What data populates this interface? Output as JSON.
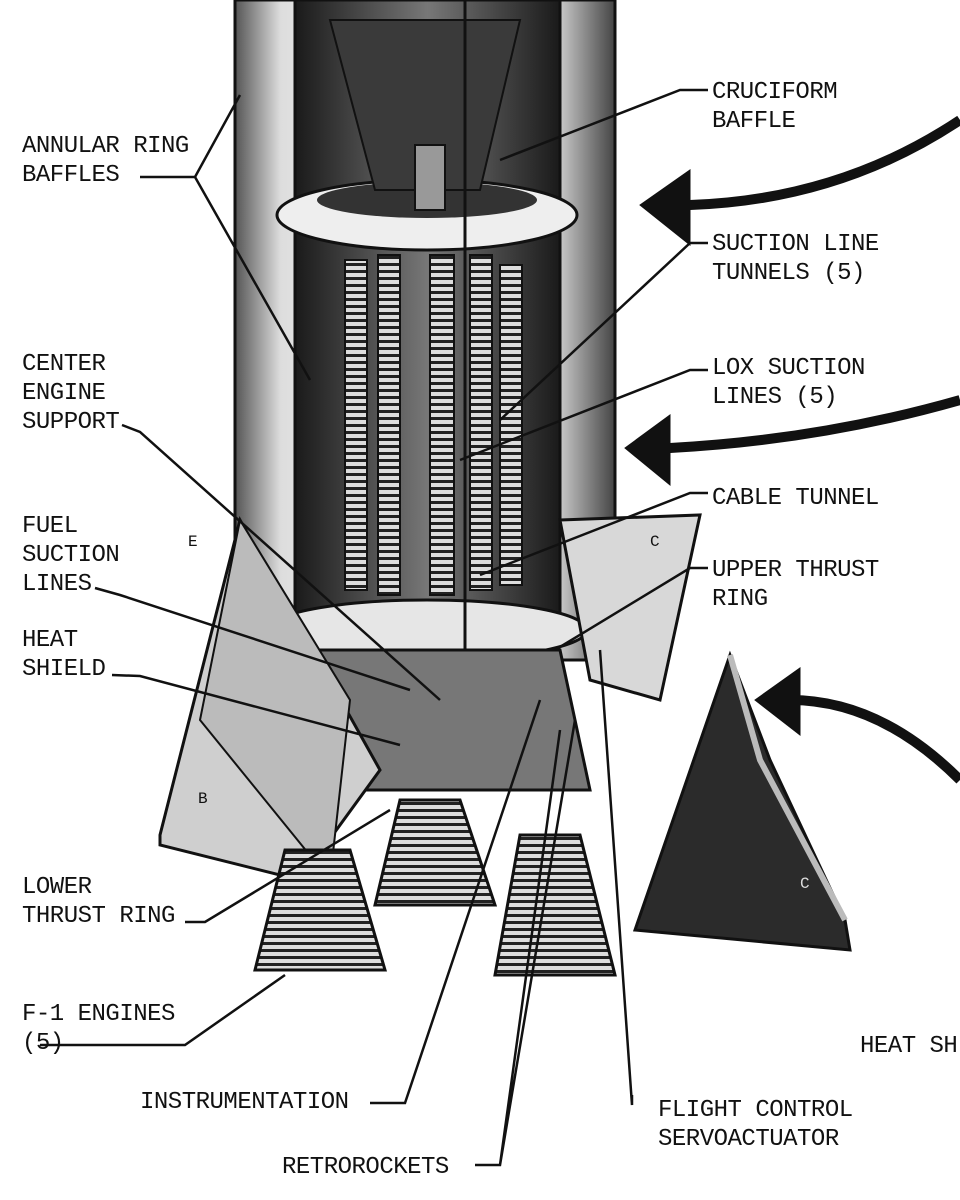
{
  "labels": {
    "annular_ring_baffles": [
      "ANNULAR RING",
      "BAFFLES"
    ],
    "cruciform_baffle": [
      "CRUCIFORM",
      "BAFFLE"
    ],
    "suction_line_tunnels": [
      "SUCTION LINE",
      "TUNNELS (5)"
    ],
    "center_engine_support": [
      "CENTER",
      "ENGINE",
      "SUPPORT"
    ],
    "lox_suction_lines": [
      "LOX SUCTION",
      "LINES (5)"
    ],
    "cable_tunnel": [
      "CABLE TUNNEL"
    ],
    "fuel_suction_lines": [
      "FUEL",
      "SUCTION",
      "LINES"
    ],
    "upper_thrust_ring": [
      "UPPER THRUST",
      "RING"
    ],
    "heat_shield": [
      "HEAT",
      "SHIELD"
    ],
    "lower_thrust_ring": [
      "LOWER",
      "THRUST RING"
    ],
    "f1_engines": [
      "F-1 ENGINES",
      "(5)"
    ],
    "heat_shield_right": [
      "HEAT SH"
    ],
    "instrumentation": [
      "INSTRUMENTATION"
    ],
    "flight_control_servoactuator": [
      "FLIGHT CONTROL",
      "SERVOACTUATOR"
    ],
    "retrorockets": [
      "RETROROCKETS"
    ]
  },
  "fin_markings": [
    "E",
    "C",
    "B",
    "C"
  ],
  "colors": {
    "ink": "#111111",
    "shade": "#8a8a8a",
    "dark": "#2a2a2a"
  }
}
